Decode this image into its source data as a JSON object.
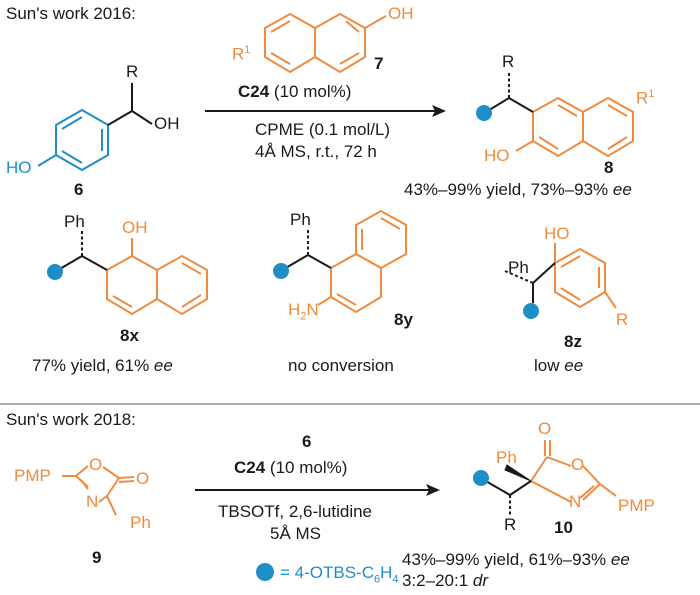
{
  "section1": {
    "heading": "Sun's work 2016:",
    "compound_6_label": "6",
    "compound_6_r": "R",
    "compound_6_oh": "OH",
    "compound_6_ho": "HO",
    "reagent_7_label": "7",
    "reagent_7_r1": "R",
    "reagent_7_r1_sup": "1",
    "reagent_7_oh": "OH",
    "catalyst": "C24",
    "catalyst_loading": " (10 mol%)",
    "solvent": "CPME (0.1 mol/L)",
    "conditions": "4Å MS, r.t., 72 h",
    "product_8_label": "8",
    "product_8_r": "R",
    "product_8_r1": "R",
    "product_8_r1_sup": "1",
    "product_8_ho": "HO",
    "yield_text": "43%–99% yield, 73%–93% ",
    "yield_ee": "ee"
  },
  "examples": [
    {
      "label": "8x",
      "ph": "Ph",
      "group": "OH",
      "note": "77% yield, 61% ",
      "note_ee": "ee"
    },
    {
      "label": "8y",
      "ph": "Ph",
      "group": "H2N",
      "note": "no conversion",
      "note_ee": ""
    },
    {
      "label": "8z",
      "ph": "Ph",
      "group": "HO",
      "r": "R",
      "note": "low ",
      "note_ee": "ee"
    }
  ],
  "section2": {
    "heading": "Sun's work 2018:",
    "compound_9_label": "9",
    "compound_9_pmp": "PMP",
    "compound_9_o": "O",
    "compound_9_carbonyl_o": "O",
    "compound_9_n": "N",
    "compound_9_ph": "Ph",
    "reagent_6": "6",
    "catalyst": "C24",
    "catalyst_loading": " (10 mol%)",
    "conditions_1": "TBSOTf, 2,6-lutidine",
    "conditions_2": "5Å MS",
    "legend": "= 4-OTBS-C",
    "legend_sub": "6",
    "legend_tail": "H",
    "legend_sub2": "4",
    "product_10_label": "10",
    "product_10_ph": "Ph",
    "product_10_r": "R",
    "product_10_o": "O",
    "product_10_carbonyl_o": "O",
    "product_10_n": "N",
    "product_10_pmp": "PMP",
    "yield_text": "43%–99% yield, 61%–93% ",
    "yield_ee": "ee",
    "dr_text": "3:2–20:1 ",
    "dr_italic": "dr"
  },
  "colors": {
    "orange": "#f08a3c",
    "blue": "#1f8ec7",
    "black": "#1a1a1a",
    "divider": "#b0b0b0"
  }
}
